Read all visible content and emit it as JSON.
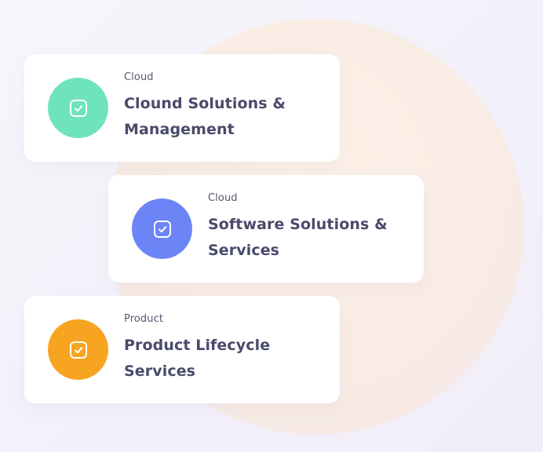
{
  "cards": [
    {
      "category": "Cloud",
      "title": "Clound Solutions & Management",
      "icon": "checkbox-icon",
      "color": "#6fe3be"
    },
    {
      "category": "Cloud",
      "title": "Software Solutions & Services",
      "icon": "checkbox-icon",
      "color": "#6c85f6"
    },
    {
      "category": "Product",
      "title": "Product Lifecycle Services",
      "icon": "checkbox-icon",
      "color": "#f7a420"
    }
  ]
}
